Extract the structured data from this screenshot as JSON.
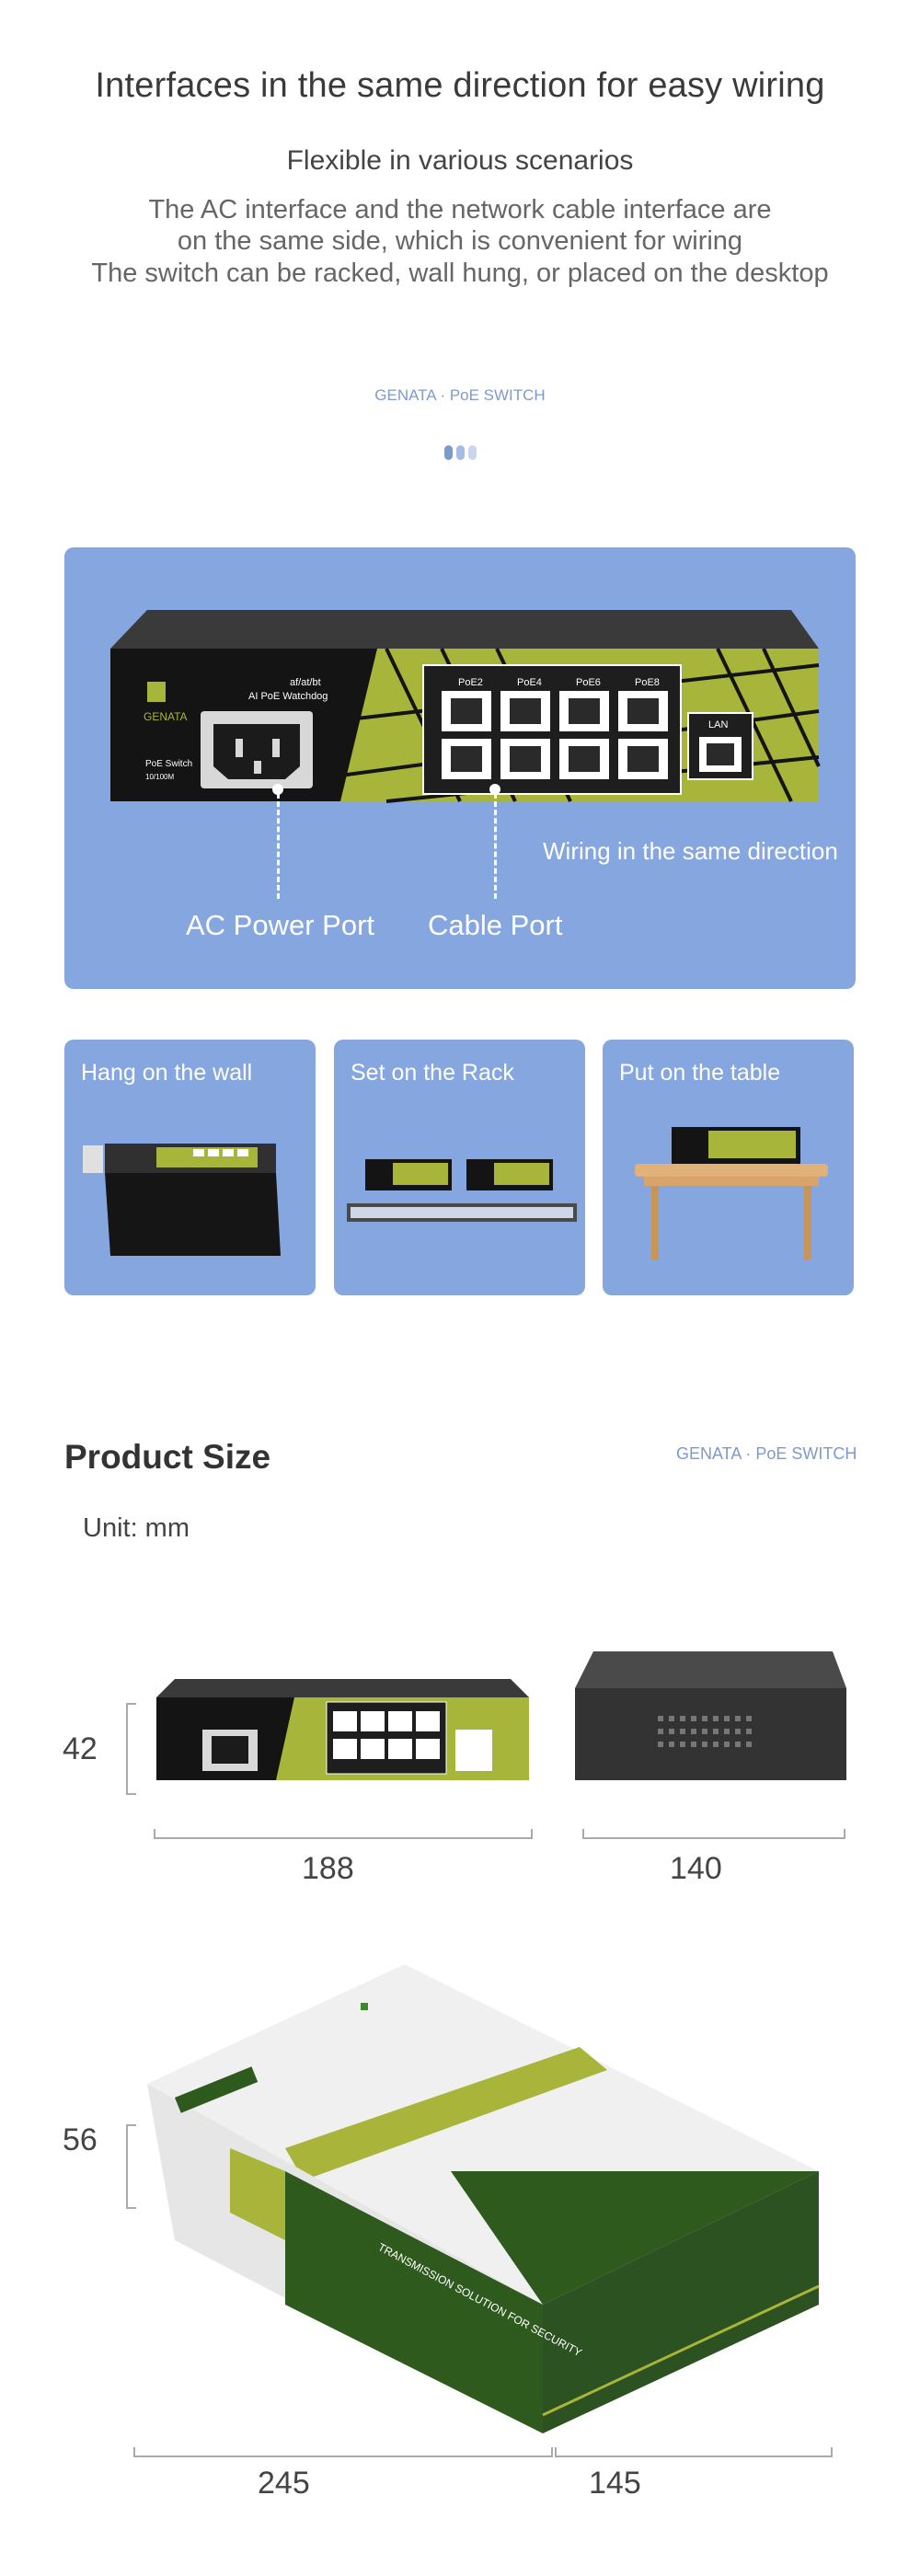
{
  "header": {
    "title": "Interfaces in the same direction for easy wiring",
    "subtitle": "Flexible in various scenarios",
    "description": [
      "The AC interface and the network cable interface are",
      "on the same side, which is convenient for wiring",
      "The switch can be racked, wall hung, or placed on the desktop"
    ],
    "brand_tag": "GENATA · PoE SWITCH"
  },
  "hero": {
    "wiring_note": "Wiring in the same direction",
    "ac_label": "AC Power Port",
    "cable_label": "Cable Port",
    "device": {
      "brand": "GENATA",
      "model_line1": "af/at/bt",
      "model_line2": "AI PoE Watchdog",
      "switch_label": "PoE Switch",
      "speed_label": "10/100M",
      "port_labels": [
        "PoE2",
        "PoE4",
        "PoE6",
        "PoE8"
      ],
      "lan_label": "LAN",
      "colors": {
        "body": "#1b1b1b",
        "accent": "#a7b63a",
        "panel": "#86a6df"
      }
    }
  },
  "scenes": [
    {
      "label": "Hang on the wall"
    },
    {
      "label": "Set on the Rack"
    },
    {
      "label": "Put on the table"
    }
  ],
  "size": {
    "title": "Product Size",
    "brand_tag": "GENATA · PoE SWITCH",
    "unit": "Unit: mm",
    "height_device": "42",
    "width_device": "188",
    "depth_device": "140",
    "height_box": "56",
    "width_box": "245",
    "depth_box": "145",
    "box_text": "TRANSMISSION SOLUTION FOR SECURITY",
    "colors": {
      "box_green": "#2f5a1e",
      "box_lime": "#a8b43a"
    }
  }
}
